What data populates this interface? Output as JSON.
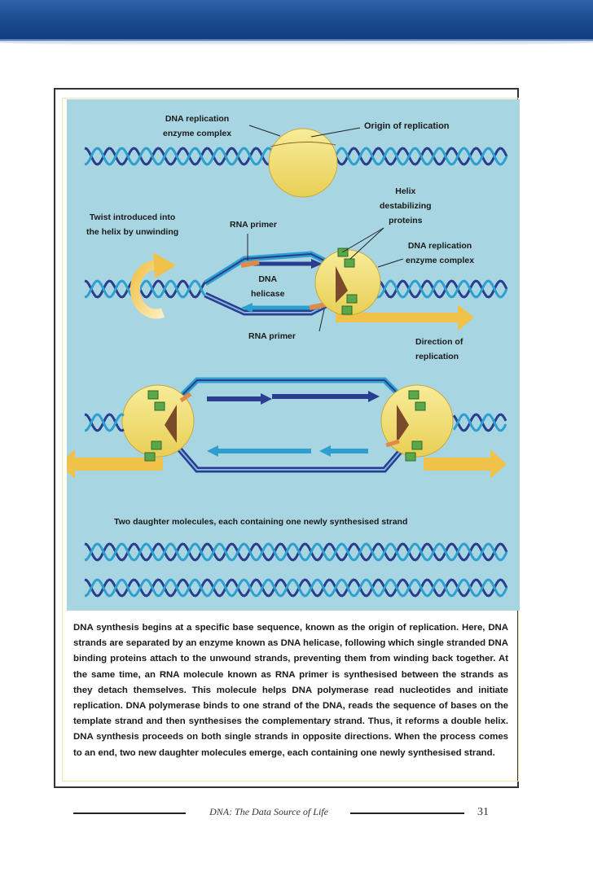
{
  "diagram": {
    "labels": {
      "replication_complex_top": "DNA replication\nenzyme complex",
      "origin": "Origin of replication",
      "helix_proteins": "Helix\ndestabilizing\nproteins",
      "twist": "Twist introduced into\nthe helix by unwinding",
      "rna_primer_top": "RNA primer",
      "replication_complex_right": "DNA replication\nenzyme complex",
      "helicase": "DNA\nhelicase",
      "rna_primer_bottom": "RNA primer",
      "direction": "Direction of\nreplication",
      "daughter": "Two daughter molecules, each containing one newly synthesised strand"
    },
    "colors": {
      "background": "#a7d6e2",
      "enzyme": "#f2e07a",
      "strand_dark": "#2b3d8f",
      "strand_light": "#2f9fcf",
      "arrow": "#f1c24a",
      "primer": "#e08a4a",
      "protein": "#5aa84a",
      "helicase": "#7a4a2a"
    }
  },
  "paragraph": "DNA synthesis begins at a specific base sequence, known as the origin of replication. Here, DNA strands are separated by an enzyme known as DNA helicase, following which single stranded DNA binding proteins attach to the unwound strands, preventing them from winding back together. At the same time, an RNA molecule known as RNA primer is synthesised between the strands as they detach themselves. This molecule helps DNA polymerase read nucleotides and initiate replication. DNA polymerase binds to one strand of the DNA, reads the sequence of bases on the template strand and then synthesises the complementary strand. Thus, it reforms a double helix. DNA synthesis proceeds on both single strands in opposite directions. When the process comes to an end, two new daughter molecules emerge, each containing one newly synthesised strand.",
  "footer": {
    "title": "DNA: The Data Source of Life",
    "page": "31"
  }
}
